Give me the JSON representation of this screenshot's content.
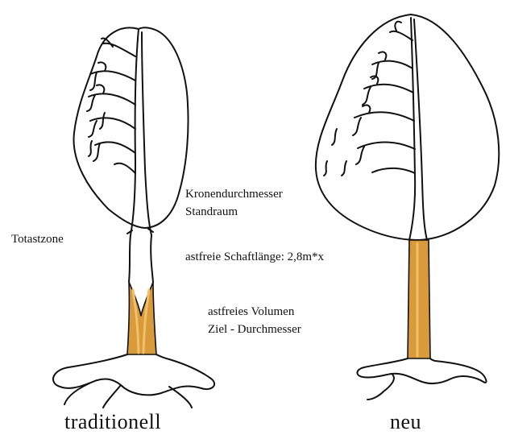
{
  "labels": {
    "totastzone": "Totastzone",
    "kronendurchmesser": "Kronendurchmesser",
    "standraum": "Standraum",
    "schaftlaenge": "astfreie Schaftlänge: 2,8m*x",
    "volumen": "astfreies Volumen",
    "ziel": "Ziel - Durchmesser"
  },
  "captions": {
    "left": "traditionell",
    "right": "neu"
  },
  "colors": {
    "ink": "#111111",
    "trunk_fill": "#d89a3a",
    "trunk_highlight": "#f0c06a",
    "crown_fill": "#ffffff"
  }
}
